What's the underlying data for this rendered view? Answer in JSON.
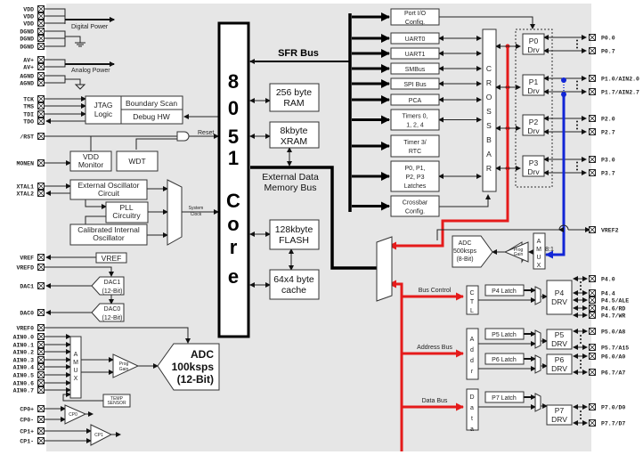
{
  "diagram": {
    "title": "8051 Core block diagram",
    "core_label": [
      "8",
      "0",
      "5",
      "1",
      "C",
      "o",
      "r",
      "e"
    ],
    "sfr_bus": "SFR Bus",
    "ext_mem_bus": [
      "External Data",
      "Memory Bus"
    ],
    "power": {
      "digital_pins": [
        "VDD",
        "VDD",
        "VDD",
        "DGND",
        "DGND",
        "DGND"
      ],
      "digital_label": "Digital Power",
      "analog_pins": [
        "AV+",
        "AV+",
        "AGND",
        "AGND"
      ],
      "analog_label": "Analog Power"
    },
    "jtag": {
      "pins": [
        "TCK",
        "TMS",
        "TDI",
        "TDO"
      ],
      "logic": [
        "JTAG",
        "Logic"
      ],
      "boundary_scan": "Boundary Scan",
      "debug_hw": "Debug HW"
    },
    "reset": {
      "pin": "/RST",
      "label": "Reset"
    },
    "vdd_monitor": {
      "pin": "MONEN",
      "label": [
        "VDD",
        "Monitor"
      ]
    },
    "wdt": "WDT",
    "clock": {
      "pins": [
        "XTAL1",
        "XTAL2"
      ],
      "ext_osc": [
        "External Oscillator",
        "Circuit"
      ],
      "pll": [
        "PLL",
        "Circuitry"
      ],
      "int_osc": [
        "Calibrated Internal",
        "Oscillator"
      ],
      "system_clock": [
        "System",
        "Clock"
      ]
    },
    "vref": {
      "pins": [
        "VREF",
        "VREFD"
      ],
      "label": "VREF"
    },
    "dac": [
      {
        "pin": "DAC1",
        "label": [
          "DAC1",
          "(12-Bit)"
        ]
      },
      {
        "pin": "DAC0",
        "label": [
          "DAC0",
          "(12-Bit)"
        ]
      }
    ],
    "adc0": {
      "vref_pin": "VREF0",
      "ain_pins": [
        "AIN0.0",
        "AIN0.1",
        "AIN0.2",
        "AIN0.3",
        "AIN0.4",
        "AIN0.5",
        "AIN0.6",
        "AIN0.7"
      ],
      "amux": [
        "A",
        "M",
        "U",
        "X"
      ],
      "prog_gain": [
        "Prog",
        "Gain"
      ],
      "temp_sensor": [
        "TEMP",
        "SENSOR"
      ],
      "label": [
        "ADC",
        "100ksps",
        "(12-Bit)"
      ]
    },
    "comparators": {
      "pins": [
        "CP0+",
        "CP0-",
        "CP1+",
        "CP1-"
      ],
      "labels": [
        "CP0",
        "CP1"
      ]
    },
    "memory": {
      "ram": [
        "256 byte",
        "RAM"
      ],
      "xram": [
        "8kbyte",
        "XRAM"
      ],
      "flash": [
        "128kbyte",
        "FLASH"
      ],
      "cache": [
        "64x4 byte",
        "cache"
      ]
    },
    "peripherals": [
      [
        "Port I/O",
        "Config."
      ],
      [
        "UART0"
      ],
      [
        "UART1"
      ],
      [
        "SMBus"
      ],
      [
        "SPI Bus"
      ],
      [
        "PCA"
      ],
      [
        "Timers 0,",
        "1, 2, 4"
      ],
      [
        "Timer 3/",
        "RTC"
      ],
      [
        "P0, P1,",
        "P2, P3",
        "Latches"
      ],
      [
        "Crossbar",
        "Config."
      ]
    ],
    "crossbar": [
      "C",
      "R",
      "O",
      "S",
      "S",
      "B",
      "A",
      "R"
    ],
    "port_drivers": [
      {
        "label": [
          "P0",
          "Drv"
        ],
        "pins": [
          "P0.0",
          "P0.7"
        ]
      },
      {
        "label": [
          "P1",
          "Drv"
        ],
        "pins": [
          "P1.0/AIN2.0",
          "P1.7/AIN2.7"
        ]
      },
      {
        "label": [
          "P2",
          "Drv"
        ],
        "pins": [
          "P2.0",
          "P2.7"
        ]
      },
      {
        "label": [
          "P3",
          "Drv"
        ],
        "pins": [
          "P3.0",
          "P3.7"
        ]
      }
    ],
    "vref2": "VREF2",
    "adc2": {
      "label": [
        "ADC",
        "500ksps",
        "(8-Bit)"
      ],
      "prog_gain": [
        "Prog",
        "Gain"
      ],
      "amux": [
        "A",
        "M",
        "U",
        "X"
      ],
      "ratio": "8:1"
    },
    "ext_bus": {
      "bus_control": "Bus Control",
      "address_bus": "Address Bus",
      "data_bus": "Data Bus",
      "ctl": [
        "C",
        "T",
        "L"
      ],
      "addr": [
        "A",
        "d",
        "d",
        "r"
      ],
      "data": [
        "D",
        "a",
        "t",
        "a"
      ],
      "latches": [
        "P4 Latch",
        "P5 Latch",
        "P6 Latch",
        "P7 Latch"
      ]
    },
    "high_ports": [
      {
        "label": [
          "P4",
          "DRV"
        ],
        "pins": [
          "P4.0",
          "P4.4",
          "P4.5/ALE",
          "P4.6/RD",
          "P4.7/WR"
        ]
      },
      {
        "label": [
          "P5",
          "DRV"
        ],
        "pins": [
          "P5.0/A8",
          "P5.7/A15"
        ]
      },
      {
        "label": [
          "P6",
          "DRV"
        ],
        "pins": [
          "P6.0/A0",
          "P6.7/A7"
        ]
      },
      {
        "label": [
          "P7",
          "DRV"
        ],
        "pins": [
          "P7.0/D0",
          "P7.7/D7"
        ]
      }
    ],
    "colors": {
      "background": "#e6e6e6",
      "red_bus": "#e51b1b",
      "blue_bus": "#1226d6"
    }
  }
}
